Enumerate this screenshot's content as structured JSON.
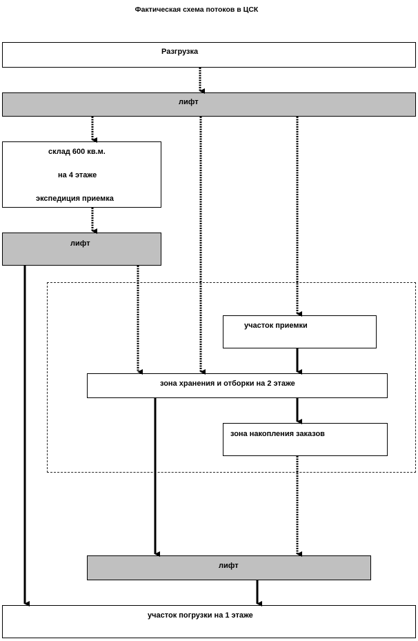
{
  "title": "Фактическая схема потоков в ЦСК",
  "nodes": {
    "unloading": "Разгрузка",
    "lift_top": "лифт",
    "warehouse_line1": "склад 600  кв.м.",
    "warehouse_line2": "на 4 этаже",
    "warehouse_line3": "экспедиция приемка",
    "lift_middle": "лифт",
    "receiving_area": "участок приемки",
    "storage_zone": "зона хранения и отборки  на 2 этаже",
    "order_accumulation": "зона накопления заказов",
    "lift_bottom": "лифт",
    "loading_area": "участок погрузки на 1 этаже"
  },
  "colors": {
    "lift_fill": "#c0c0c0",
    "box_fill": "#ffffff",
    "line": "#000000"
  },
  "flows": [
    {
      "from": "unloading",
      "to": "lift_top",
      "style": "dotted"
    },
    {
      "from": "lift_top",
      "to": "warehouse",
      "style": "dotted"
    },
    {
      "from": "lift_top",
      "to": "storage_zone",
      "style": "dotted"
    },
    {
      "from": "lift_top",
      "to": "receiving_area",
      "style": "dotted"
    },
    {
      "from": "warehouse",
      "to": "lift_middle",
      "style": "dotted"
    },
    {
      "from": "lift_middle",
      "to": "loading_area",
      "style": "solid"
    },
    {
      "from": "lift_middle",
      "to": "storage_zone",
      "style": "dotted"
    },
    {
      "from": "receiving_area",
      "to": "storage_zone",
      "style": "solid"
    },
    {
      "from": "storage_zone",
      "to": "order_accumulation",
      "style": "solid"
    },
    {
      "from": "storage_zone",
      "to": "lift_bottom",
      "style": "solid"
    },
    {
      "from": "order_accumulation",
      "to": "lift_bottom",
      "style": "dotted"
    },
    {
      "from": "lift_bottom",
      "to": "loading_area",
      "style": "solid"
    }
  ]
}
